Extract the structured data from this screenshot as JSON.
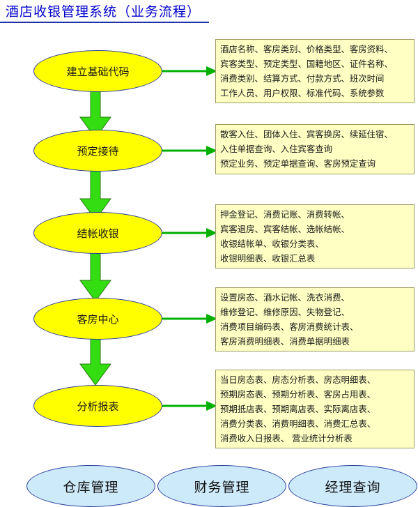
{
  "title": "酒店收银管理系统（业务流程）",
  "steps": [
    {
      "label": "建立基础代码",
      "details": [
        "酒店名称、客房类别、价格类型、客房资料、",
        "宾客类型、预定类型、国籍地区、证件名称、",
        "消费类别、结算方式、付款方式、班次时间",
        "工作人员、用户权限、标准代码、系统参数"
      ]
    },
    {
      "label": "预定接待",
      "details": [
        "散客入住、团体入住、宾客换房、续延住宿、",
        "入住单据查询、入住宾客查询",
        "预定业务、预定单据查询、客房预定查询"
      ]
    },
    {
      "label": "结帐收银",
      "details": [
        "押金登记、消费记账、消费转帐、",
        "宾客退房、宾客结帐、选帐结帐、",
        "收银结帐单、收银分类表、",
        "收银明细表、收银汇总表"
      ]
    },
    {
      "label": "客房中心",
      "details": [
        "设置房态、酒水记帐、洗衣消费、",
        "维修登记、维修原因、失物登记、",
        "消费项目编码表、客房消费统计表、",
        "客房消费明细表、消费单据明细表"
      ]
    },
    {
      "label": "分析报表",
      "details": [
        "当日房态表、房态分析表、房态明细表、",
        "预期房态表、预期分析表、客房占用表、",
        "预期抵店表、预期离店表、实际离店表、",
        "消费分类表、消费明细表、消费汇总表、",
        "消费收入日报表、 营业统计分析表"
      ]
    }
  ],
  "bottom_modules": [
    "仓库管理",
    "财务管理",
    "经理查询"
  ],
  "colors": {
    "title": "#0000cc",
    "step_fill": "#ffff00",
    "step_border": "#2b3f9e",
    "detail_fill": "#ffffc4",
    "flow_arrow": "#33dd11",
    "link_arrow": "#00b000",
    "module_fill": "#cdeafa"
  }
}
